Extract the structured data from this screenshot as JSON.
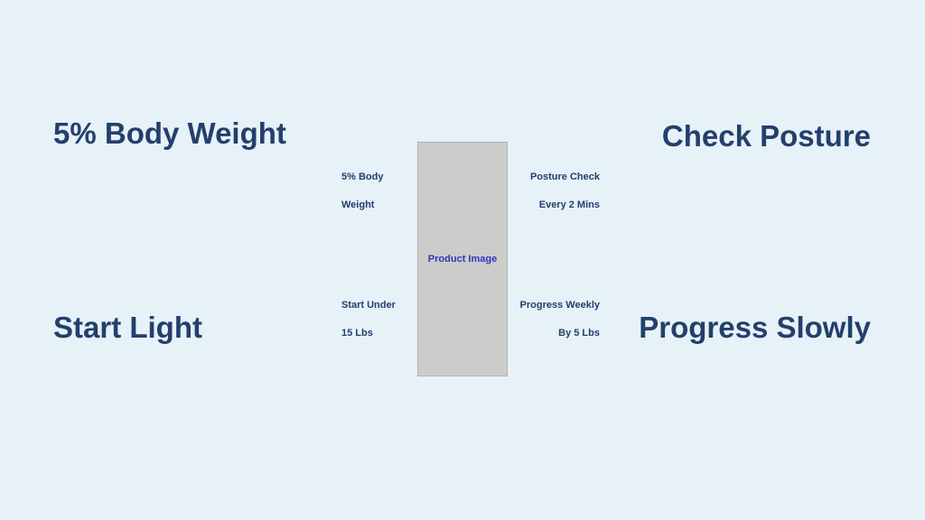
{
  "slide": {
    "background_color": "#e7f1f8",
    "heading_color": "#23406b",
    "callout_color": "#23406b",
    "product_label_color": "#3333bb",
    "product_box_fill": "#cccccb",
    "product_box_border": "#b3b3b1"
  },
  "headings": {
    "top_left": "5% Body Weight",
    "top_right": "Check Posture",
    "bottom_left": "Start Light",
    "bottom_right": "Progress Slowly"
  },
  "callouts": {
    "top_left": "5% Body\nWeight",
    "top_right": "Posture Check\nEvery 2 Mins",
    "bottom_left": "Start Under\n15 Lbs",
    "bottom_right": "Progress Weekly\nBy 5 Lbs"
  },
  "product": {
    "placeholder_label": "Product Image"
  }
}
